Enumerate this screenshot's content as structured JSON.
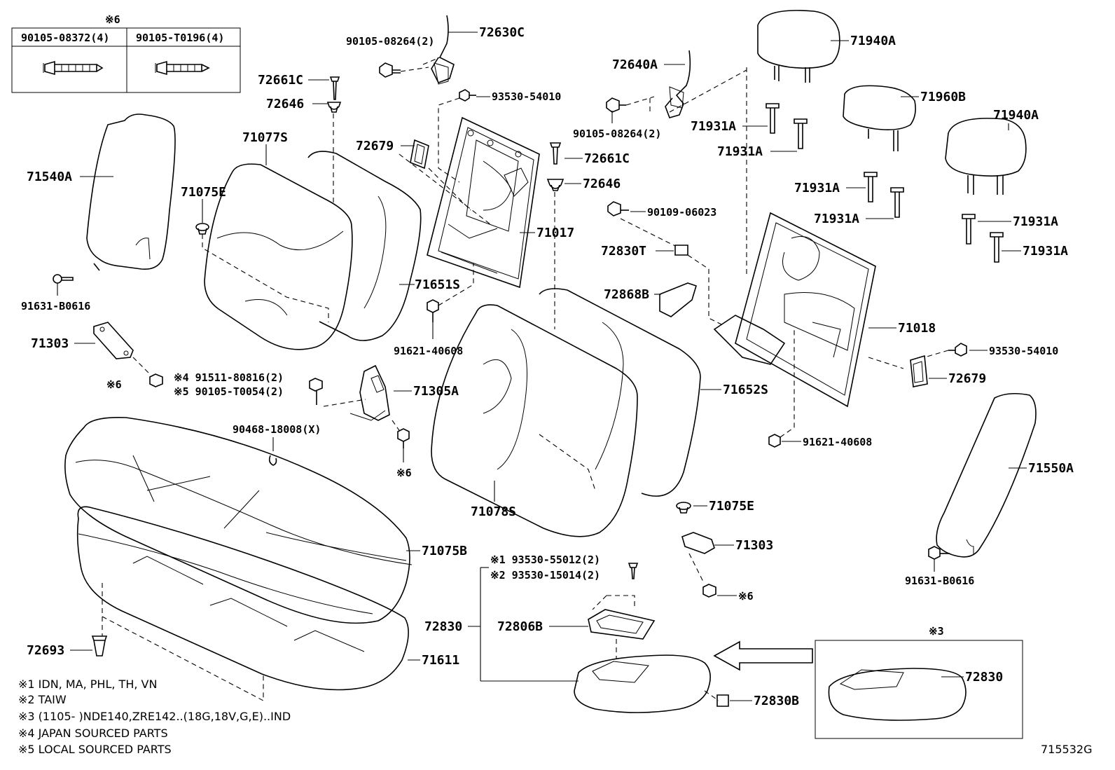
{
  "inset_table": {
    "mark": "※6",
    "col1": "90105-08372(4)",
    "col2": "90105-T0196(4)"
  },
  "labels": {
    "p72630C": "72630C",
    "p90105_08264_a": "90105-08264(2)",
    "p72661C_a": "72661C",
    "p72646_a": "72646",
    "p93530_54010_a": "93530-54010",
    "p71077S": "71077S",
    "p71540A": "71540A",
    "p71075E_a": "71075E",
    "p72679_a": "72679",
    "p72661C_b": "72661C",
    "p72646_b": "72646",
    "p71017": "71017",
    "p71651S": "71651S",
    "p91631_B0616_a": "91631-B0616",
    "p71303_a": "71303",
    "p91621_40608_a": "91621-40608",
    "p91511": "※4 91511-80816(2)",
    "p90105_T0054": "※5 90105-T0054(2)",
    "p71305A": "71305A",
    "p90468": "90468-18008(X)",
    "mark6_a": "※6",
    "mark6_b": "※6",
    "p72640A": "72640A",
    "p90105_08264_b": "90105-08264(2)",
    "p90109_06023": "90109-06023",
    "p72830T": "72830T",
    "p72868B": "72868B",
    "p71940A_a": "71940A",
    "p71960B": "71960B",
    "p71940A_b": "71940A",
    "p71931A_1": "71931A",
    "p71931A_2": "71931A",
    "p71931A_3": "71931A",
    "p71931A_4": "71931A",
    "p71931A_5": "71931A",
    "p71931A_6": "71931A",
    "p71018": "71018",
    "p93530_54010_b": "93530-54010",
    "p72679_b": "72679",
    "p71652S": "71652S",
    "p91621_40608_b": "91621-40608",
    "p71550A": "71550A",
    "p71078S": "71078S",
    "p71075E_b": "71075E",
    "p71303_b": "71303",
    "mark6_c": "※6",
    "p91631_B0616_b": "91631-B0616",
    "p71075B": "71075B",
    "p72693": "72693",
    "p71611": "71611",
    "p93530_55012": "※1 93530-55012(2)",
    "p93530_15014": "※2 93530-15014(2)",
    "p72830_main": "72830",
    "p72806B": "72806B",
    "p72830B": "72830B",
    "mark3": "※3",
    "p72830_inset": "72830"
  },
  "notes": [
    "※1 IDN, MA, PHL, TH, VN",
    "※2 TAIW",
    "※3 (1105-          )NDE140,ZRE142..(18G,18V,G,E)..IND",
    "※4 JAPAN SOURCED PARTS",
    "※5 LOCAL SOURCED PARTS"
  ],
  "figure_id": "715532G"
}
